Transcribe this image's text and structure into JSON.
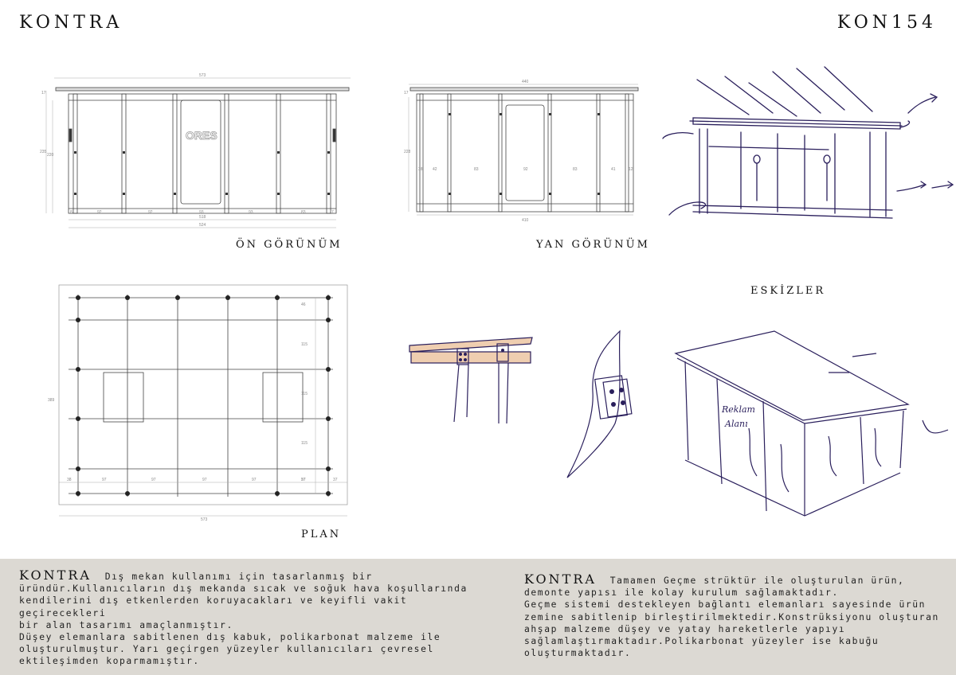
{
  "header": {
    "brand": "KONTRA",
    "code": "KON154"
  },
  "captions": {
    "front": "ÖN GÖRÜNÜM",
    "side": "YAN GÖRÜNÜM",
    "sketches": "ESKİZLER",
    "plan": "PLAN"
  },
  "drawings": {
    "front_logo": "ORES",
    "sketch_note_1": "Reklam",
    "sketch_note_2": "Alanı"
  },
  "dimensions": {
    "front": {
      "width_top": "573",
      "width_mid": "518",
      "width_bottom": "524",
      "height_a": "17",
      "height_b": "235",
      "height_c": "220",
      "modules": [
        "8",
        "92",
        "92",
        "93",
        "93",
        "83",
        "7"
      ]
    },
    "side": {
      "width_top": "440",
      "width_bottom": "410",
      "height_a": "17",
      "height_b": "228",
      "modules": [
        "38",
        "42",
        "83",
        "92",
        "83",
        "41",
        "12"
      ]
    },
    "plan": {
      "width": "573",
      "height": "389",
      "bottom": [
        "38",
        "97",
        "97",
        "97",
        "97",
        "97",
        "37"
      ],
      "right": [
        "46",
        "115",
        "115",
        "115",
        "37"
      ]
    }
  },
  "footer": {
    "left_title": "KONTRA",
    "left_lines": [
      "Dış mekan kullanımı için tasarlanmış bir",
      "üründür.Kullanıcıların dış mekanda sıcak ve soğuk hava koşullarında",
      "kendilerini dış etkenlerden koruyacakları ve keyifli vakit geçirecekleri",
      "bir alan tasarımı amaçlanmıştır.",
      "Düşey elemanlara sabitlenen dış kabuk, polikarbonat malzeme ile",
      "oluşturulmuştur. Yarı geçirgen yüzeyler kullanıcıları çevresel",
      "ektileşimden koparmamıştır."
    ],
    "right_title": "KONTRA",
    "right_lines": [
      "Tamamen Geçme strüktür ile oluşturulan ürün,",
      "demonte yapısı ile kolay kurulum sağlamaktadır.",
      "Geçme sistemi destekleyen bağlantı elemanları sayesinde ürün",
      "zemine sabitlenip birleştirilmektedir.Konstrüksiyonu oluşturan",
      "ahşap malzeme düşey ve yatay hareketlerle yapıyı",
      "sağlamlaştırmaktadır.Polikarbonat yüzeyler ise kabuğu",
      "oluşturmaktadır."
    ]
  },
  "colors": {
    "footer_bg": "#dcd9d3",
    "ink": "#2a1f5c",
    "line": "#333333",
    "wood": "#e8b98f"
  }
}
